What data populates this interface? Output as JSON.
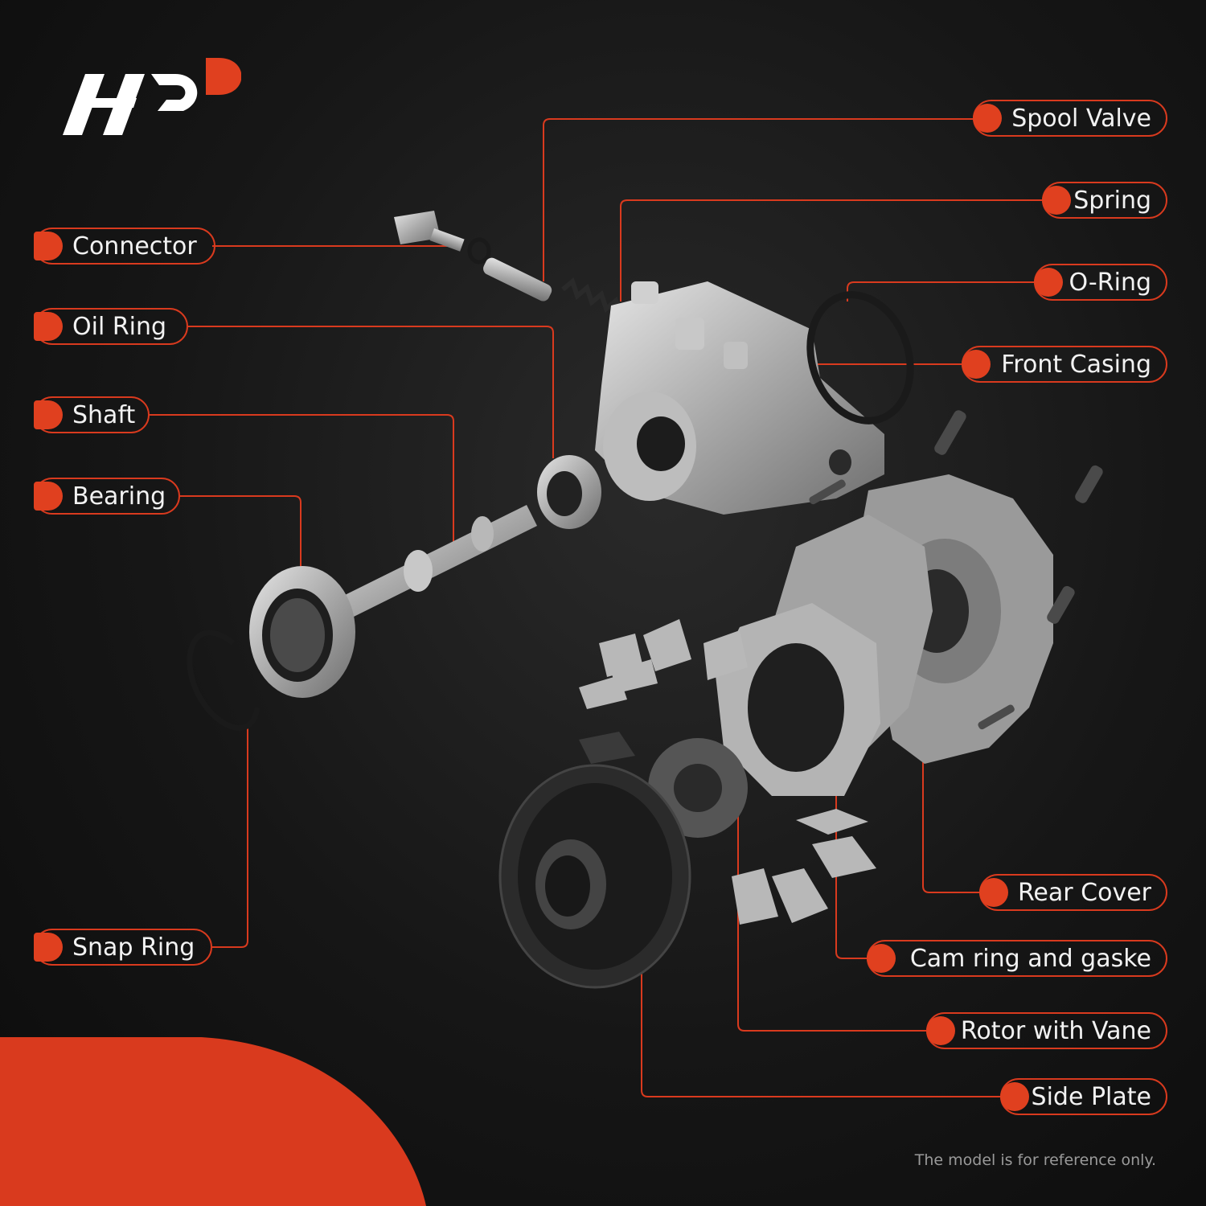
{
  "labels": {
    "spool_valve": "Spool Valve",
    "spring": "Spring",
    "o_ring": "O-Ring",
    "front_casing": "Front Casing",
    "connector": "Connector",
    "oil_ring": "Oil Ring",
    "shaft": "Shaft",
    "bearing": "Bearing",
    "snap_ring": "Snap Ring",
    "rear_cover": "Rear Cover",
    "cam_ring": "Cam ring and gaske",
    "rotor": "Rotor with Vane",
    "side_plate": "Side Plate"
  },
  "footnote": "The model is for reference only.",
  "colors": {
    "accent": "#e0401f",
    "line": "#d93a1e",
    "background": "#141414",
    "text": "#f2f2f2"
  },
  "logo": {
    "icon": "brand-logo-icon"
  }
}
